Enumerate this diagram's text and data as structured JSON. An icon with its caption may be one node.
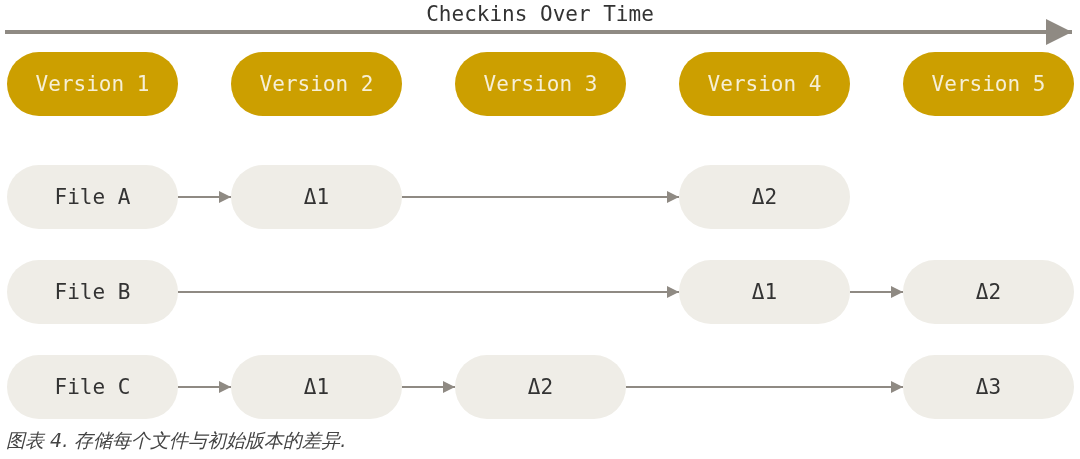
{
  "diagram": {
    "title": "Checkins Over Time",
    "caption": "图表 4. 存储每个文件与初始版本的差异.",
    "nodes": [
      {
        "text": [
          "Version 1"
        ]
      },
      {
        "text": [
          "Version 2"
        ]
      },
      {
        "text": [
          "Version 3"
        ]
      },
      {
        "text": [
          "Version 4"
        ]
      },
      {
        "text": [
          "Version 5"
        ]
      },
      {
        "text": [
          "File A"
        ]
      },
      {
        "text": [
          "Δ1"
        ]
      },
      {
        "text": [
          "Δ2"
        ]
      },
      {
        "text": [
          "File B"
        ]
      },
      {
        "text": [
          "Δ1"
        ]
      },
      {
        "text": [
          "Δ2"
        ]
      },
      {
        "text": [
          "File C"
        ]
      },
      {
        "text": [
          "Δ1"
        ]
      },
      {
        "text": [
          "Δ2"
        ]
      },
      {
        "text": [
          "Δ3"
        ]
      }
    ],
    "edges": [
      {
        "from": 5,
        "to": 6,
        "arrow": "to"
      },
      {
        "from": 6,
        "to": 7,
        "arrow": "to"
      },
      {
        "from": 8,
        "to": 9,
        "arrow": "to"
      },
      {
        "from": 9,
        "to": 10,
        "arrow": "to"
      },
      {
        "from": 11,
        "to": 12,
        "arrow": "to"
      },
      {
        "from": 12,
        "to": 13,
        "arrow": "to"
      },
      {
        "from": 13,
        "to": 14,
        "arrow": "to"
      }
    ]
  }
}
